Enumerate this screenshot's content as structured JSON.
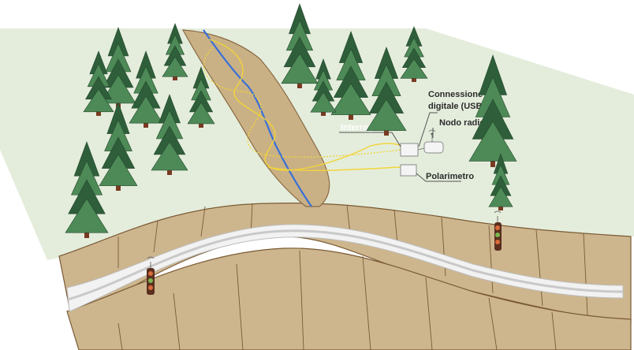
{
  "labels": {
    "interrogator": "Interrogatore",
    "usb_line1": "Connessione",
    "usb_line2": "digitale (USB)",
    "radio_node": "Nodo radio",
    "polarimeter": "Polarimetro"
  },
  "colors": {
    "ground": "#e4eddc",
    "soil": "#cdb68e",
    "soil_edge": "#7a5a34",
    "road": "#f2f2f2",
    "road_stripe": "#c9c9c9",
    "tree_dark": "#2f5e3a",
    "tree_light": "#4d8a57",
    "trunk": "#7a3a22",
    "fiber": "#f2d43a",
    "river": "#3a6fd8",
    "device_fill": "#f4f4f4",
    "device_stroke": "#8a8a8a",
    "leader": "#555555"
  },
  "icons": {
    "trees": "pine-tree-icon",
    "sensors": "roadside-sensor-pole-icon",
    "antenna": "radio-antenna-icon"
  }
}
